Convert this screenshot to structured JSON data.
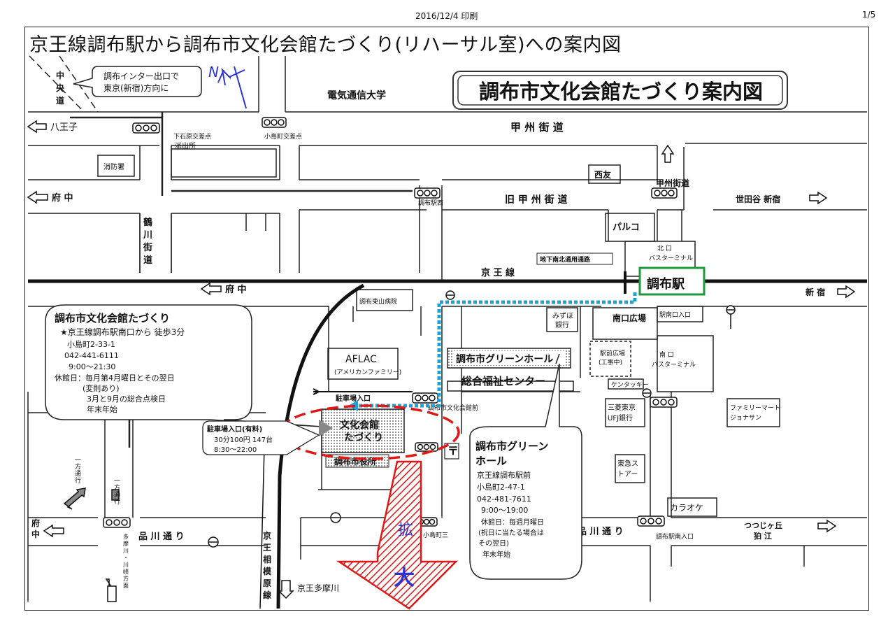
{
  "header": {
    "print_date": "2016/12/4 印刷",
    "page_number": "1/5"
  },
  "title": "京王線調布駅から調布市文化会館たづくり(リハーサル室)への案内図",
  "map": {
    "banner": "調布市文化会館たづくり案内図",
    "north": "N",
    "interchange_note": [
      "調布インター出口で",
      "東京(新宿)方向に"
    ],
    "chuo_expressway": [
      "中",
      "央",
      "道"
    ],
    "roads": {
      "koshu_kaido": "甲 州 街 道",
      "kyu_koshu_kaido": "旧 甲 州 街 道",
      "tsurukawa_kaido": [
        "鶴",
        "川",
        "街",
        "道"
      ],
      "shinagawa_dori_left": "品 川 通 り",
      "shinagawa_dori_right": "品 川 通 り",
      "koshu_kaido_arrow": "甲州街道",
      "one_way_left": [
        "一",
        "方",
        "通",
        "行"
      ],
      "one_way_right": [
        "一",
        "方",
        "通",
        "行"
      ],
      "tama_river_kawasaki": [
        "多",
        "摩",
        "川",
        "・",
        "川",
        "崎",
        "方",
        "面"
      ]
    },
    "directions": {
      "hachioji": "八王子",
      "fuchu_road": "府 中",
      "fuchu_rail": "府 中",
      "fuchu_bottom": [
        "府",
        "中"
      ],
      "setagaya_shinjuku": "世田谷 新宿",
      "shinjuku_rail": "新 宿",
      "tsutsujigaoka": "つつじヶ丘",
      "komae": "狛 江",
      "keio_tamagawa": "京王多摩川"
    },
    "railways": {
      "keio_line": "京 王 線",
      "sagamihara_line": [
        "京",
        "王",
        "相",
        "模",
        "原",
        "線"
      ]
    },
    "intersections": {
      "shimoishihara": "下石原交差点",
      "kojimacho": "小島町交差点",
      "chofu_eki_nishi": "調布駅西",
      "bunka_kaikan_mae": "調布市文化会館前",
      "chofu_eki_minamiguchi": "調布駅南入口",
      "kojima_san": "小島町三"
    },
    "landmarks": {
      "uec": "電気通信大学",
      "fire_station": "消防署",
      "police_box": "派出所",
      "nishitomo": "西友",
      "parco": "パルコ",
      "underpass": "地下南北通用通路",
      "north_exit": "北 口",
      "north_bus": "バスターミナル",
      "chofu_station": "調布駅",
      "south_exit_entrance": "駅南口入口",
      "south_plaza": "南口広場",
      "mizuho": [
        "みずほ",
        "銀行"
      ],
      "higashiyama": "調布東山病院",
      "aflac": "AFLAC",
      "aflac_sub": "(アメリカンファミリー)",
      "green_hall_box": "調布市グリーンホール",
      "welfare_center": "総合福祉センター",
      "plaza_construction": [
        "駅前広場",
        "(工事中)"
      ],
      "south_exit": "南 口",
      "south_bus": "バスターミナル",
      "kfc": "ケンタッキー",
      "mufg": [
        "三菱東京",
        "UFJ銀行"
      ],
      "tokyu_store": [
        "東急ス",
        "トアー"
      ],
      "family_mart": [
        "ファミリーマート",
        "ジョナサン"
      ],
      "karaoke": "カラオケ",
      "city_hall": "調布市役所",
      "tazukuri_bldg": [
        "文化会館",
        "たづくり"
      ],
      "parking_entrance_small": "駐車場入口",
      "post": "〒"
    },
    "tazukuri_info": {
      "title": "調布市文化会館たづくり",
      "lines": [
        "★京王線調布駅南口から 徒歩3分",
        "小島町2-33-1",
        "042-441-6111",
        "9:00～21:30",
        "休館日：毎月第4月曜日とその翌日",
        "(変則あり)",
        "3月と9月の総合点検日",
        "年末年始"
      ]
    },
    "parking_info": [
      "駐車場入口(有料)",
      "30分100円 147台",
      "8:30～22:00"
    ],
    "green_hall_info": {
      "title": [
        "調布市グリーン",
        "ホール"
      ],
      "lines": [
        "京王線調布駅前",
        "小島町2-47-1",
        "042-481-7611",
        "9:00～19:00",
        "休館日：毎週月曜日",
        "(祝日に当たる場合は",
        "その翌日)",
        "年末年始"
      ]
    },
    "enlarge": [
      "拡",
      "大"
    ],
    "colors": {
      "route": "#1aa3d9",
      "highlight": "#e01818",
      "station_box": "#1e9a3a",
      "annotation": "#2a35d6"
    }
  }
}
